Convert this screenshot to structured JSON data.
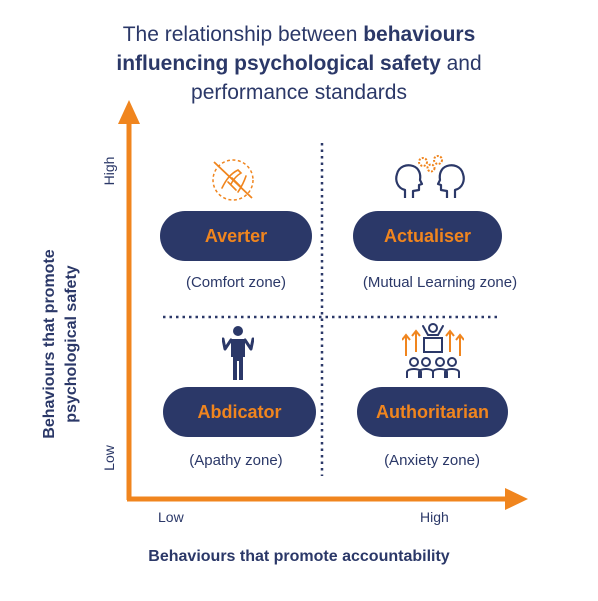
{
  "title": {
    "line1_normal": "The relationship between ",
    "line1_bold": "behaviours",
    "line2_bold": "influencing psychological safety",
    "line2_normal": " and",
    "line3_normal": "performance standards"
  },
  "axes": {
    "y_label_line1": "Behaviours that promote",
    "y_label_line2": "psychological safety",
    "x_label": "Behaviours that promote accountability",
    "y_high": "High",
    "y_low": "Low",
    "x_low": "Low",
    "x_high": "High"
  },
  "quadrants": {
    "averter": {
      "label": "Averter",
      "zone": "(Comfort zone)"
    },
    "actualiser": {
      "label": "Actualiser",
      "zone": "(Mutual Learning zone)"
    },
    "abdicator": {
      "label": "Abdicator",
      "zone": "(Apathy zone)"
    },
    "authoritarian": {
      "label": "Authoritarian",
      "zone": "(Anxiety zone)"
    }
  },
  "icons": {
    "averter": "hand-push-away-icon",
    "actualiser": "heads-with-gears-icon",
    "abdicator": "shrugging-person-icon",
    "authoritarian": "leader-podium-audience-icon"
  },
  "colors": {
    "navy": "#2b3868",
    "orange": "#f0851e"
  }
}
